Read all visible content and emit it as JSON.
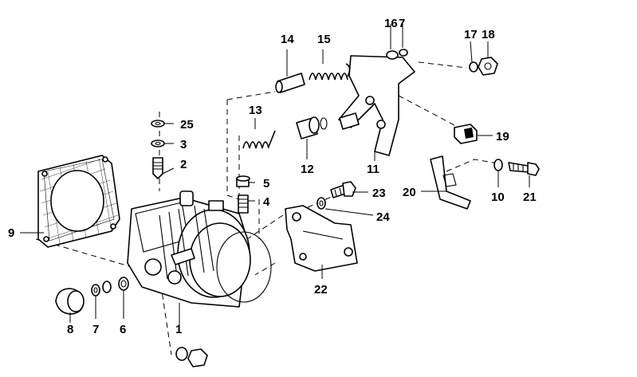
{
  "callouts": [
    {
      "id": "c1",
      "text": "1"
    },
    {
      "id": "c2",
      "text": "2"
    },
    {
      "id": "c3",
      "text": "3"
    },
    {
      "id": "c4",
      "text": "4"
    },
    {
      "id": "c5",
      "text": "5"
    },
    {
      "id": "c6",
      "text": "6"
    },
    {
      "id": "c7a",
      "text": "7"
    },
    {
      "id": "c7b",
      "text": "7"
    },
    {
      "id": "c8",
      "text": "8"
    },
    {
      "id": "c9",
      "text": "9"
    },
    {
      "id": "c10",
      "text": "10"
    },
    {
      "id": "c11",
      "text": "11"
    },
    {
      "id": "c12",
      "text": "12"
    },
    {
      "id": "c13",
      "text": "13"
    },
    {
      "id": "c14",
      "text": "14"
    },
    {
      "id": "c15",
      "text": "15"
    },
    {
      "id": "c16",
      "text": "16"
    },
    {
      "id": "c17",
      "text": "17"
    },
    {
      "id": "c18",
      "text": "18"
    },
    {
      "id": "c19",
      "text": "19"
    },
    {
      "id": "c20",
      "text": "20"
    },
    {
      "id": "c21",
      "text": "21"
    },
    {
      "id": "c22",
      "text": "22"
    },
    {
      "id": "c23",
      "text": "23"
    },
    {
      "id": "c24",
      "text": "24"
    },
    {
      "id": "c25",
      "text": "25"
    }
  ]
}
